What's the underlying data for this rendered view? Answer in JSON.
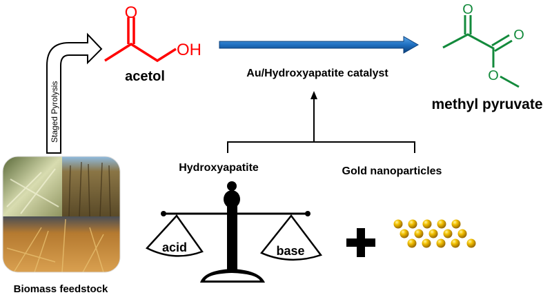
{
  "reactant": {
    "name": "acetol",
    "label_o": "O",
    "label_oh": "OH",
    "color": "#ff0000"
  },
  "pyrolysis_label": "Staged Pyrolysis",
  "catalyst_label": "Au/Hydroxyapatite catalyst",
  "product": {
    "name": "methyl pyruvate",
    "label_o1": "O",
    "label_o2": "O",
    "label_o3": "O",
    "color": "#138a3c"
  },
  "components": {
    "support": "Hydroxyapatite",
    "metal": "Gold nanoparticles"
  },
  "balance": {
    "left": "acid",
    "right": "base"
  },
  "feedstock_label": "Biomass feedstock",
  "colors": {
    "main_arrow": "#1f6fc0",
    "gold": "#e0a800"
  }
}
